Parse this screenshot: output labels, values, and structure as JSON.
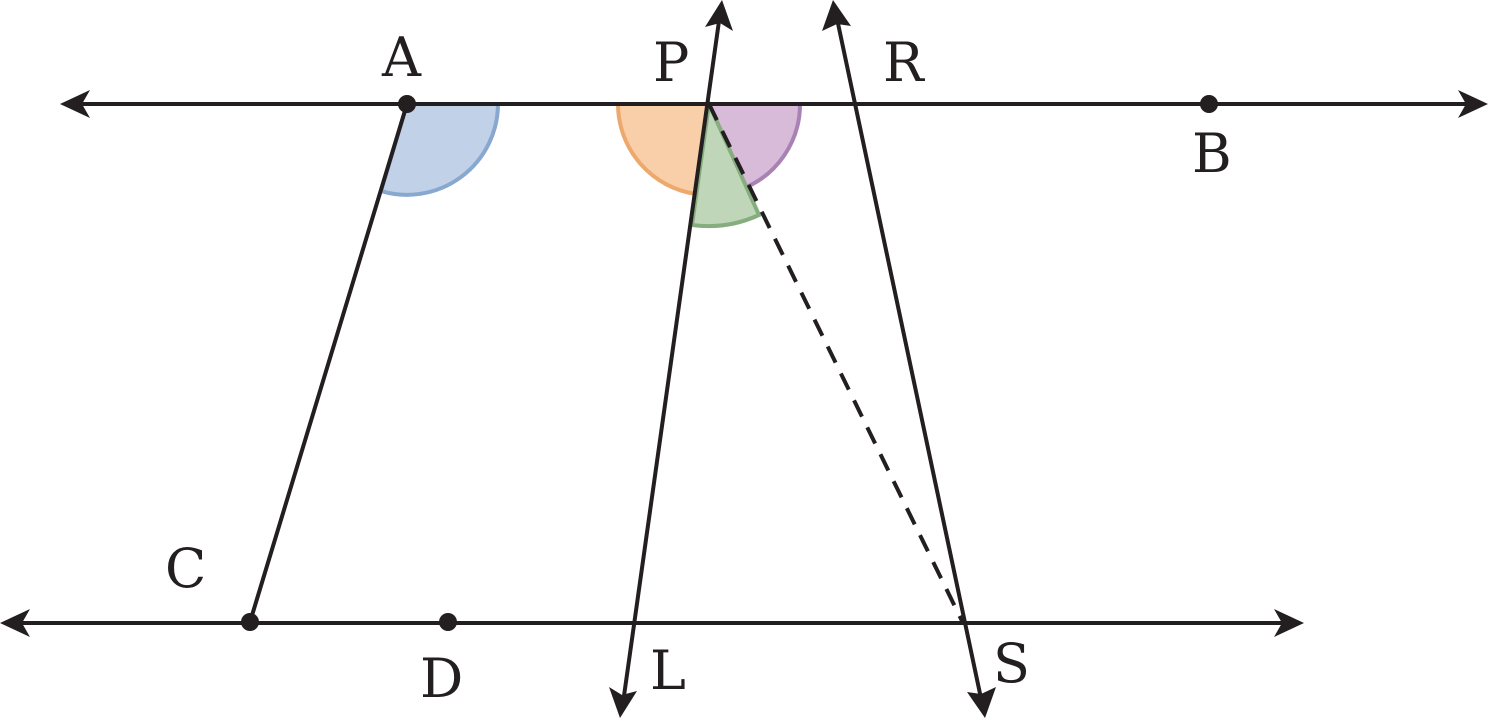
{
  "labels": {
    "A": "A",
    "B": "B",
    "C": "C",
    "D": "D",
    "P": "P",
    "R": "R",
    "L": "L",
    "S": "S"
  },
  "colors": {
    "line": "#231f20",
    "angle_blue_fill": "#c0d1e8",
    "angle_blue_stroke": "#88a8d0",
    "angle_orange_fill": "#f9cfa9",
    "angle_orange_stroke": "#eda86c",
    "angle_purple_fill": "#d7bbd9",
    "angle_purple_stroke": "#a982b4",
    "angle_green_fill": "#bfd6b8",
    "angle_green_stroke": "#86ad7e"
  }
}
